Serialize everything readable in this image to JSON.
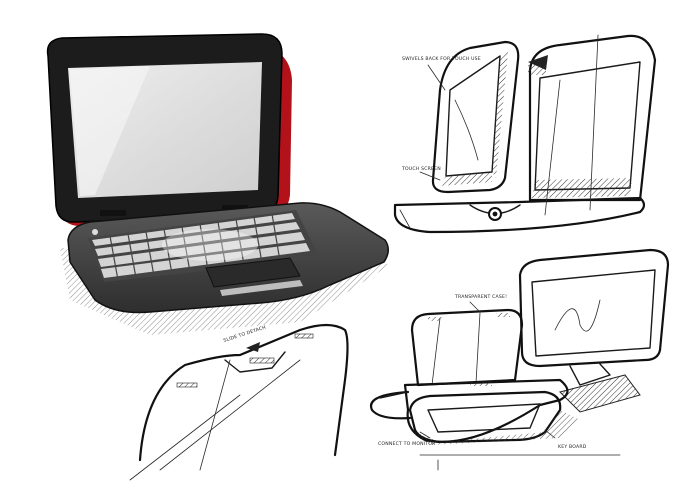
{
  "annotations": {
    "touch_screen_top": "SWIVELS BACK FOR TOUCH USE",
    "touch_screen_bottom": "TOUCH SCREEN",
    "slide_to_detach": "SLIDE TO DETACH",
    "transparent_case": "TRANSPARENT CASE!",
    "connect_to_monitor": "CONNECT TO MONITOR",
    "key_board": "KEY BOARD"
  },
  "colors": {
    "laptop_body": "#3d3d3d",
    "laptop_bezel": "#1c1c1c",
    "screen": "#e2e2e2",
    "accent_red": "#c0141a",
    "keys": "#d4d4d4",
    "hatch": "#555555"
  }
}
